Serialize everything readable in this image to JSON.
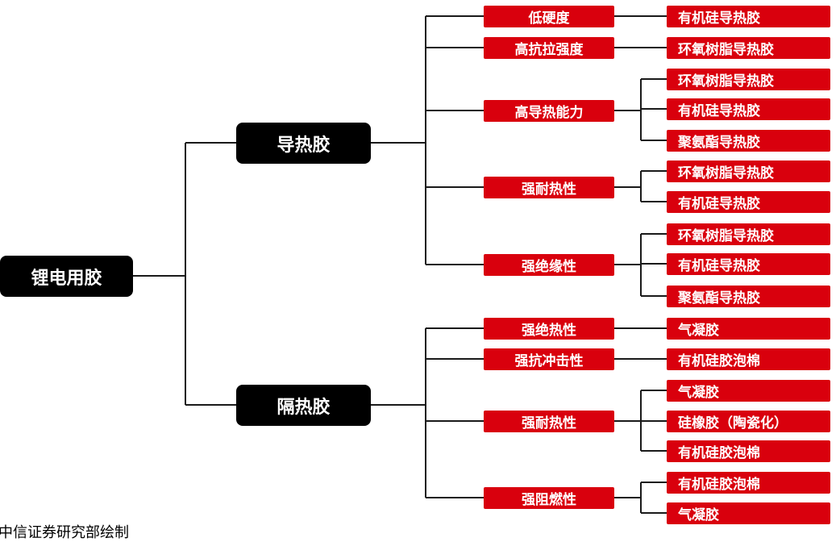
{
  "root": {
    "label": "锂电用胶"
  },
  "branches": [
    {
      "label": "导热胶",
      "properties": [
        {
          "label": "低硬度",
          "products": [
            "有机硅导热胶"
          ]
        },
        {
          "label": "高抗拉强度",
          "products": [
            "环氧树脂导热胶"
          ]
        },
        {
          "label": "高导热能力",
          "products": [
            "环氧树脂导热胶",
            "有机硅导热胶",
            "聚氨酯导热胶"
          ]
        },
        {
          "label": "强耐热性",
          "products": [
            "环氧树脂导热胶",
            "有机硅导热胶"
          ]
        },
        {
          "label": "强绝缘性",
          "products": [
            "环氧树脂导热胶",
            "有机硅导热胶",
            "聚氨酯导热胶"
          ]
        }
      ]
    },
    {
      "label": "隔热胶",
      "properties": [
        {
          "label": "强绝热性",
          "products": [
            "气凝胶"
          ]
        },
        {
          "label": "强抗冲击性",
          "products": [
            "有机硅胶泡棉"
          ]
        },
        {
          "label": "强耐热性",
          "products": [
            "气凝胶",
            "硅橡胶（陶瓷化）",
            "有机硅胶泡棉"
          ]
        },
        {
          "label": "强阻燃性",
          "products": [
            "有机硅胶泡棉",
            "气凝胶"
          ]
        }
      ]
    }
  ],
  "source_note": "中信证券研究部绘制",
  "colors": {
    "root_fill": "#000000",
    "branch_fill": "#000000",
    "property_fill": "#d9000d",
    "product_fill": "#d9000d",
    "line": "#1a1a1a",
    "text": "#ffffff"
  }
}
